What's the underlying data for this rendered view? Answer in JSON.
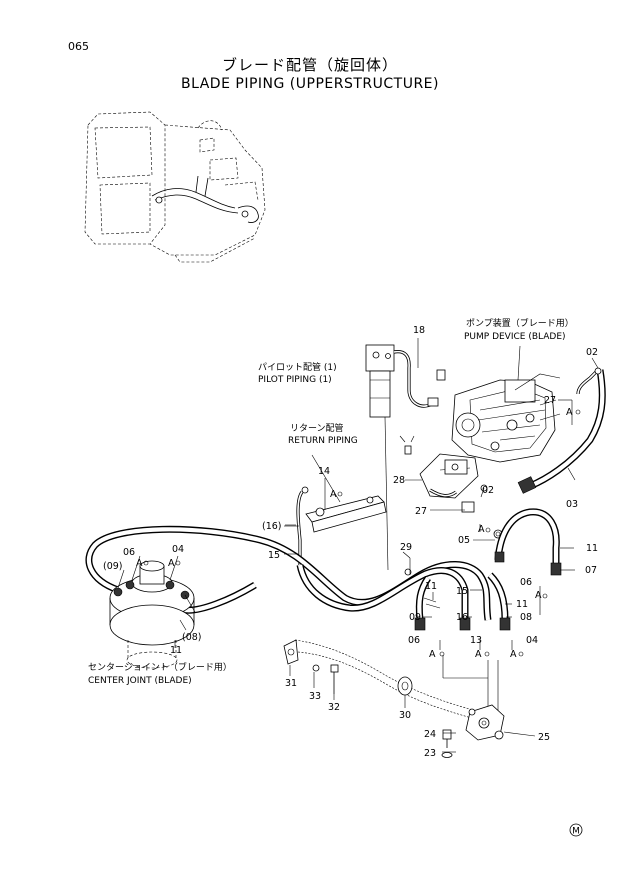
{
  "page_number": "065",
  "title_jp": "ブレード配管（旋回体）",
  "title_en": "BLADE PIPING (UPPERSTRUCTURE)",
  "labels": {
    "pump_device_jp": "ポンプ装置（ブレード用）",
    "pump_device_en": "PUMP DEVICE (BLADE)",
    "pilot_piping_jp": "パイロット配管 (1)",
    "pilot_piping_en": "PILOT PIPING (1)",
    "return_piping_jp": "リターン配管",
    "return_piping_en": "RETURN PIPING",
    "center_joint_jp": "センタージョイント（ブレード用）",
    "center_joint_en": "CENTER JOINT (BLADE)"
  },
  "callouts": {
    "c18": "18",
    "c02a": "02",
    "c27a": "27",
    "ca1": "A",
    "c28": "28",
    "c02b": "02",
    "c27b": "27",
    "c03": "03",
    "c14": "14",
    "ca2": "A",
    "c16p": "(16)",
    "c15a": "15",
    "c29": "29",
    "c05": "05",
    "ca3": "A",
    "c11a": "11",
    "c07": "07",
    "c06a": "06",
    "c04a": "04",
    "c09p": "(09)",
    "ca4": "A",
    "ca5": "A",
    "c08p": "(08)",
    "c11b": "11",
    "c11c": "11",
    "c15b": "15",
    "c11d": "11",
    "c09": "09",
    "c16": "16",
    "c08": "08",
    "c06b": "06",
    "ca6": "A",
    "c06c": "06",
    "c13": "13",
    "c04b": "04",
    "ca7": "A",
    "ca8": "A",
    "ca9": "A",
    "c31": "31",
    "c33": "33",
    "c32": "32",
    "c30": "30",
    "c24": "24",
    "c23": "23",
    "c25": "25"
  },
  "mark": "M"
}
